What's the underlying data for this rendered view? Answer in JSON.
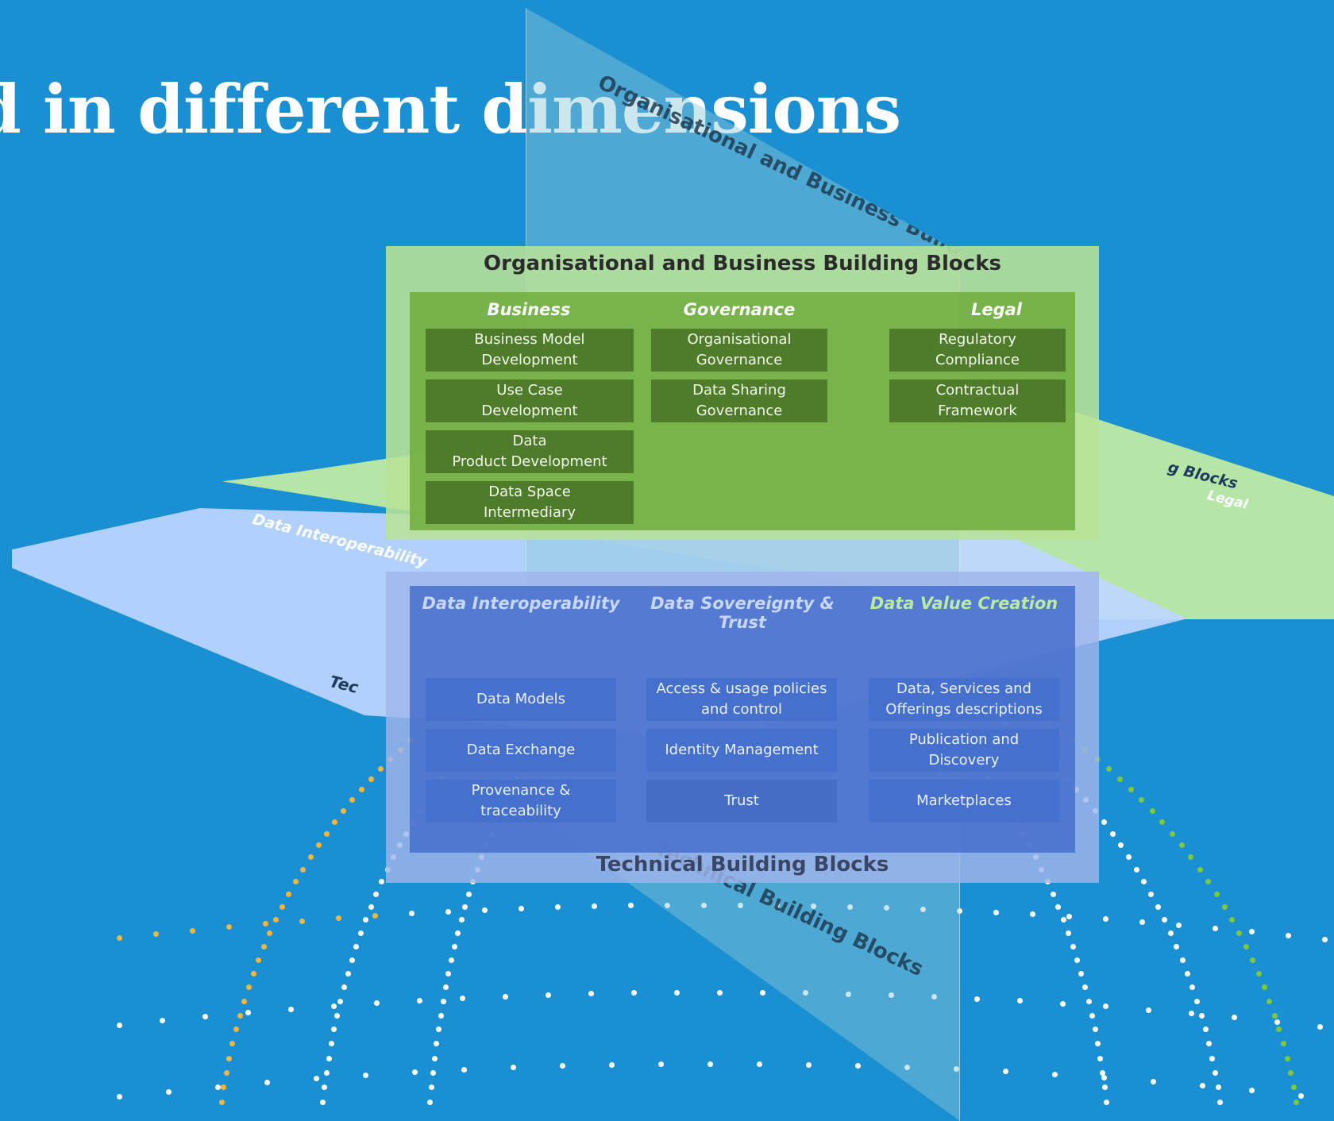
{
  "page": {
    "title": "d in different dimensions"
  },
  "colors": {
    "background": "#1a8fd1",
    "organisational": "#6eac3c",
    "technical": "#4670cd",
    "dot_white": "#ffffff",
    "dot_orange": "#f6b53b",
    "dot_green": "#7ec83a"
  },
  "organisational": {
    "title": "Organisational and Business Building Blocks",
    "columns": [
      {
        "heading": "Business",
        "items": [
          "Business Model\nDevelopment",
          "Use Case\nDevelopment",
          "Data\nProduct Development",
          "Data Space\nIntermediary"
        ]
      },
      {
        "heading": "Governance",
        "items": [
          "Organisational\nGovernance",
          "Data Sharing\nGovernance"
        ]
      },
      {
        "heading": "Legal",
        "items": [
          "Regulatory\nCompliance",
          "Contractual\nFramework"
        ]
      }
    ]
  },
  "technical": {
    "title": "Technical Building Blocks",
    "columns": [
      {
        "heading": "Data Interoperability",
        "items": [
          "Data Models",
          "Data Exchange",
          "Provenance &\ntraceability"
        ]
      },
      {
        "heading": "Data Sovereignty & Trust",
        "items": [
          "Access & usage policies\nand control",
          "Identity Management",
          "Trust"
        ]
      },
      {
        "heading": "Data Value Creation",
        "items": [
          "Data, Services and\nOfferings descriptions",
          "Publication and\nDiscovery",
          "Marketplaces"
        ]
      }
    ]
  },
  "vertical_plane": {
    "top_label": "Organisational and Business Building Blocks",
    "bottom_label": "Technical Building Blocks"
  }
}
